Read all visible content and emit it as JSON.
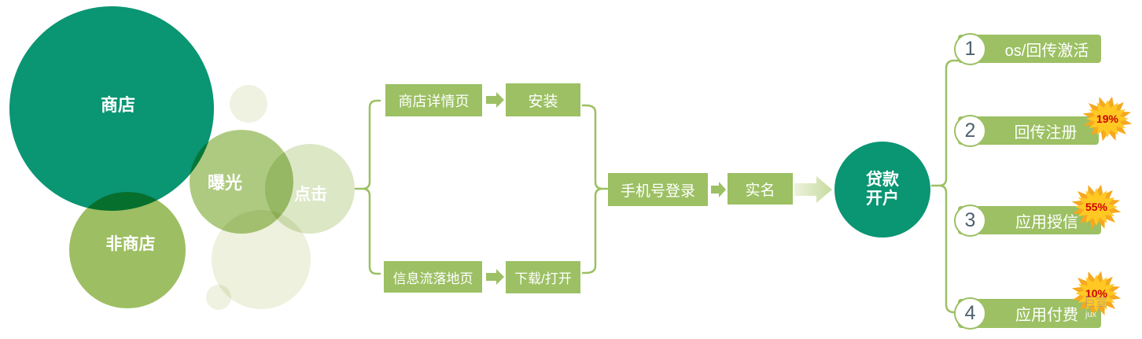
{
  "bubbles": {
    "store": "商店",
    "non_store": "非商店",
    "exposure": "曝光",
    "click": "点击"
  },
  "branches": {
    "top": {
      "page": "商店详情页",
      "action": "安装"
    },
    "bottom": {
      "page": "信息流落地页",
      "action": "下载/打开"
    }
  },
  "flow": {
    "login": "手机号登录",
    "real_name": "实名",
    "loan": {
      "line1": "贷款",
      "line2": "开户"
    }
  },
  "steps": [
    {
      "num": "1",
      "label": "os/回传激活",
      "badge": ""
    },
    {
      "num": "2",
      "label": "回传注册",
      "badge": "19%"
    },
    {
      "num": "3",
      "label": "应用授信",
      "badge": "55%"
    },
    {
      "num": "4",
      "label": "应用付费",
      "badge": "10%"
    }
  ],
  "watermark": {
    "line1": "巨宣",
    "line2": "jux"
  },
  "colors": {
    "teal": "#0a9573",
    "olive": "#9dbe62",
    "green": "#9cc063",
    "exposure": "#aeca80",
    "click": "#dce7c6",
    "pale": "#eff2e1",
    "badge_outer": "#f6a81f",
    "badge_inner": "#ffc823",
    "badge_text": "#d00000",
    "number_text": "#50616e"
  }
}
